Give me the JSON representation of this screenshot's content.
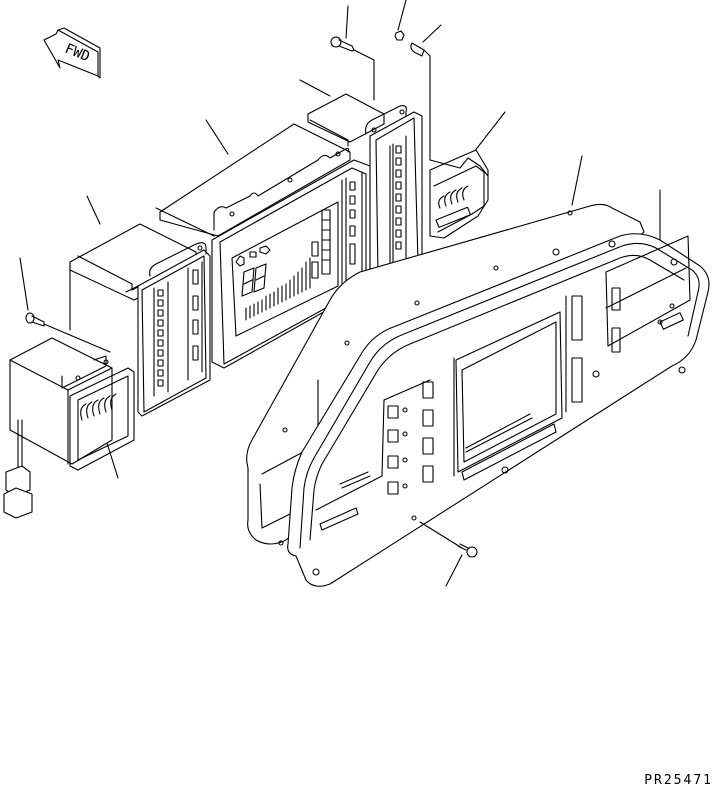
{
  "diagram": {
    "type": "exploded-parts-view",
    "subject": "instrument panel / monitor cluster assembly",
    "part_number_label": "PR25471",
    "direction_badge": {
      "text": "FWD",
      "icon": "arrow-left-icon"
    },
    "callouts": [
      {
        "id": "c1",
        "target": "bolt-top-left-module"
      },
      {
        "id": "c2",
        "target": "nut-top"
      },
      {
        "id": "c3",
        "target": "bulb-top"
      },
      {
        "id": "c4",
        "target": "module-right-cover"
      },
      {
        "id": "c5",
        "target": "module-center-case"
      },
      {
        "id": "c6",
        "target": "module-left-case"
      },
      {
        "id": "c7",
        "target": "connector-right"
      },
      {
        "id": "c8",
        "target": "front-gasket-panel"
      },
      {
        "id": "c9",
        "target": "front-bezel"
      },
      {
        "id": "c10",
        "target": "bolt-left"
      },
      {
        "id": "c11",
        "target": "connector-left-harness"
      },
      {
        "id": "c12",
        "target": "bezel-screw"
      }
    ],
    "colors": {
      "line": "#000000",
      "background": "#ffffff"
    }
  }
}
